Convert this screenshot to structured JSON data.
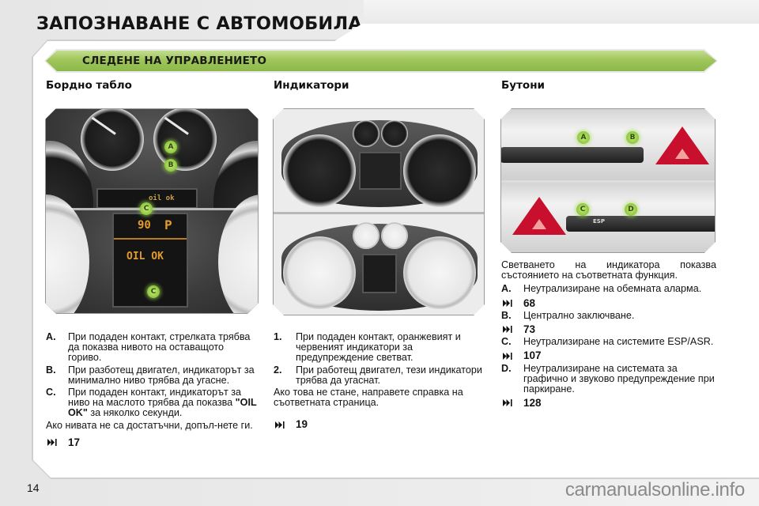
{
  "header": {
    "title": "ЗАПОЗНАВАНЕ С АВТОМОБИЛА"
  },
  "section": {
    "title": "СЛЕДЕНЕ НА УПРАВЛЕНИЕТО",
    "banner_color": "#9fc65a"
  },
  "columns": [
    {
      "heading": "Бордно табло",
      "figure": {
        "callouts": [
          "A",
          "B",
          "C",
          "C"
        ],
        "lcd_top_text": "oil ok",
        "lcd_speed": "90",
        "lcd_gear": "P",
        "lcd_bottom_text": "OIL OK"
      },
      "items": [
        {
          "label": "A.",
          "text": "При подаден контакт, стрелката трябва да показва нивото на оставащото гориво."
        },
        {
          "label": "B.",
          "text": "При разботещ двигател, индикаторът за минимално ниво трябва да угасне."
        },
        {
          "label": "C.",
          "text_before": "При подаден контакт, индикаторът за ниво на маслото трябва да показва ",
          "text_bold": "\"OIL OK\"",
          "text_after": " за няколко секунди."
        }
      ],
      "note": "Ако нивата не са достатъчни, допъл-нете ги.",
      "reference": {
        "icon": "skip-forward-icon",
        "page": "17"
      }
    },
    {
      "heading": "Индикатори",
      "items": [
        {
          "label": "1.",
          "text": "При подаден контакт, оранжевият и червеният индикатори за предупреждение светват."
        },
        {
          "label": "2.",
          "text": "При работещ двигател, тези индикатори трябва да угаснат."
        }
      ],
      "note": "Ако това не стане, направете справка на съответната страница.",
      "reference": {
        "icon": "skip-forward-icon",
        "page": "19"
      }
    },
    {
      "heading": "Бутони",
      "figure": {
        "callouts": [
          "A",
          "B",
          "C",
          "D"
        ],
        "esp_label": "ESP"
      },
      "intro": "Светването на индикатора показва състоянието на съответната функция.",
      "items": [
        {
          "label": "A.",
          "text": "Неутрализиране на обемната аларма.",
          "ref": "68"
        },
        {
          "label": "B.",
          "text": "Централно заключване.",
          "ref": "73"
        },
        {
          "label": "C.",
          "text": "Неутрализиране на системите ESP/ASR.",
          "ref": "107"
        },
        {
          "label": "D.",
          "text": "Неутрализиране на системата за графично и звуково предупреждение при паркиране.",
          "ref": "128"
        }
      ]
    }
  ],
  "footer": {
    "page_number": "14",
    "watermark": "carmanualsonline.info"
  }
}
